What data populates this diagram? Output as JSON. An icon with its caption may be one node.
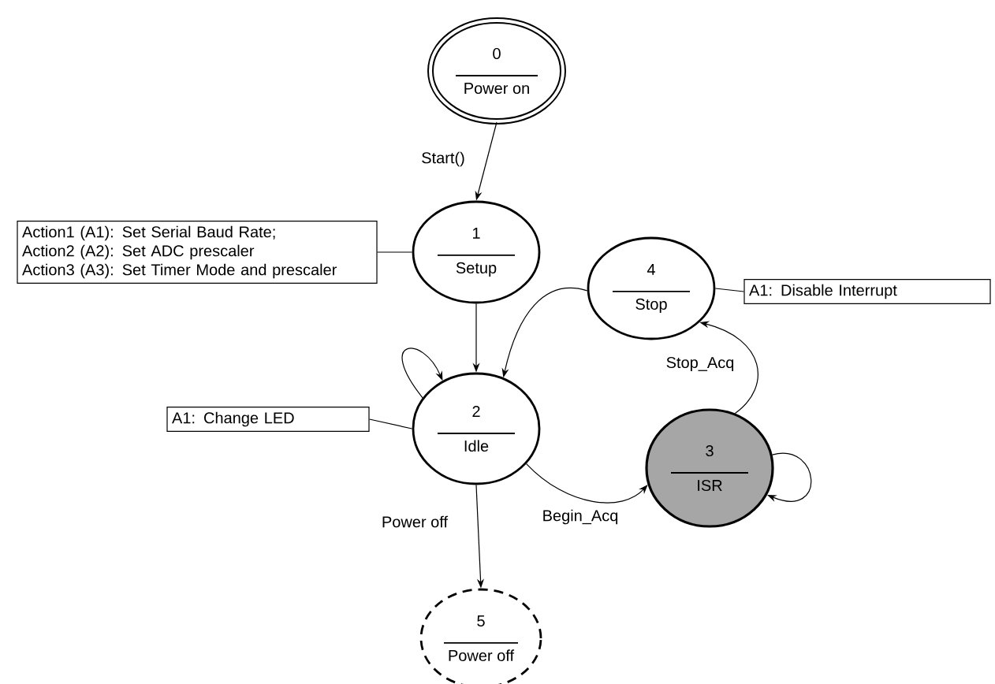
{
  "diagram": {
    "nodes": [
      {
        "text": [
          "0",
          "Power on"
        ]
      },
      {
        "text": [
          "1",
          "Setup"
        ]
      },
      {
        "text": [
          "2",
          "Idle"
        ]
      },
      {
        "text": [
          "3",
          "ISR"
        ]
      },
      {
        "text": [
          "4",
          "Stop"
        ]
      },
      {
        "text": [
          "5",
          "Power off"
        ]
      },
      {
        "text": [
          "Action1 (A1): Set Serial Baud Rate;",
          "Action2 (A2): Set ADC prescaler",
          "Action3 (A3): Set Timer Mode and prescaler"
        ]
      },
      {
        "text": [
          "A1: Disable Interrupt"
        ]
      },
      {
        "text": [
          "A1: Change LED"
        ]
      }
    ],
    "edges": [
      {
        "from": 0,
        "to": 1,
        "arrow": "to",
        "label": "Start()"
      },
      {
        "from": 1,
        "to": 2,
        "arrow": "to"
      },
      {
        "from": 2,
        "to": 2,
        "arrow": "to"
      },
      {
        "from": 4,
        "to": 2,
        "arrow": "to"
      },
      {
        "from": 2,
        "to": 3,
        "arrow": "to",
        "label": "Begin_Acq"
      },
      {
        "from": 3,
        "to": 3,
        "arrow": "to"
      },
      {
        "from": 3,
        "to": 4,
        "arrow": "to",
        "label": "Stop_Acq"
      },
      {
        "from": 2,
        "to": 5,
        "arrow": "to",
        "label": "Power off"
      },
      {
        "from": 6,
        "to": 1,
        "arrow": "none"
      },
      {
        "from": 7,
        "to": 4,
        "arrow": "none"
      },
      {
        "from": 8,
        "to": 2,
        "arrow": "none"
      }
    ]
  }
}
